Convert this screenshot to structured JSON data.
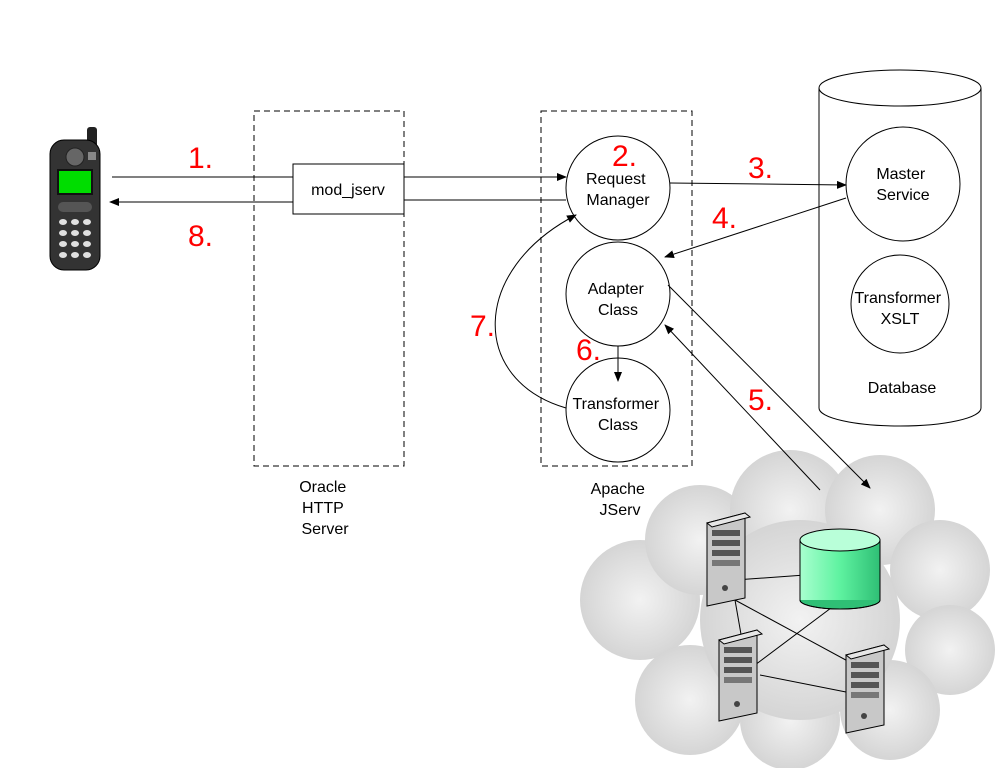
{
  "components": {
    "mod_jserv": "mod_jserv",
    "request_manager": [
      "Request",
      "Manager"
    ],
    "adapter_class": [
      "Adapter",
      "Class"
    ],
    "transformer_class": [
      "Transformer",
      "Class"
    ],
    "master_service": [
      "Master",
      "Service"
    ],
    "transformer_xslt": [
      "Transformer",
      "XSLT"
    ]
  },
  "containers": {
    "oracle_http_server": [
      "Oracle",
      "HTTP",
      "Server"
    ],
    "apache_jserv": [
      "Apache",
      "JServ"
    ],
    "database": "Database"
  },
  "steps": [
    "1.",
    "2.",
    "3.",
    "4.",
    "5.",
    "6.",
    "7.",
    "8."
  ],
  "colors": {
    "step_labels": "#ff0000",
    "phone_body": "#333333",
    "phone_screen": "#00dd00",
    "network_cylinder": "#66ffaa",
    "cloud": "#dcdcdc"
  }
}
